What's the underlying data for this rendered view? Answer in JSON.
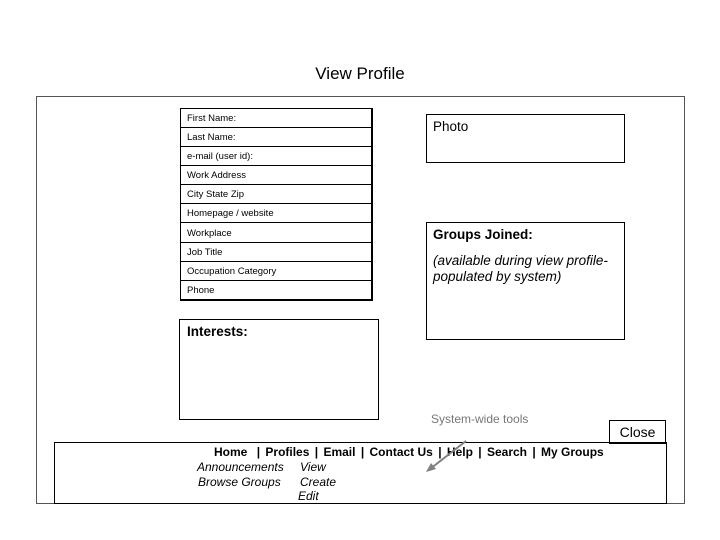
{
  "page": {
    "title": "View Profile"
  },
  "profile_fields": [
    {
      "label": "First Name:"
    },
    {
      "label": "Last Name:"
    },
    {
      "label": "e-mail (user id):"
    },
    {
      "label": "Work Address"
    },
    {
      "label": "City State Zip"
    },
    {
      "label": "Homepage / website"
    },
    {
      "label": "Workplace"
    },
    {
      "label": "Job Title"
    },
    {
      "label": "Occupation Category"
    },
    {
      "label": "Phone"
    }
  ],
  "photo": {
    "label": "Photo"
  },
  "groups": {
    "title": "Groups Joined:",
    "note": "(available during view profile- populated by system)"
  },
  "interests": {
    "title": "Interests:"
  },
  "system_tools": {
    "label": "System-wide tools"
  },
  "close_button": {
    "label": "Close"
  },
  "nav": {
    "items": [
      "Home",
      "Profiles",
      "Email",
      "Contact Us",
      "Help",
      "Search",
      "My Groups"
    ],
    "separator": "|",
    "submenu": {
      "home": [
        "Announcements",
        "Browse Groups"
      ],
      "profiles": [
        "View",
        "Create",
        "Edit"
      ]
    }
  },
  "colors": {
    "border": "#000000",
    "frame": "#555555",
    "muted_text": "#777777",
    "arrow": "#808080"
  }
}
